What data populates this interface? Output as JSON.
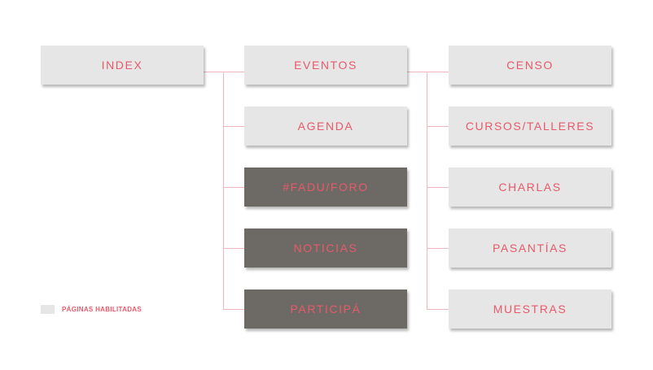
{
  "colors": {
    "enabled_fill": "#e6e6e6",
    "disabled_fill": "#6d6a65",
    "label_text": "#e8596a",
    "connector": "#efb6bd"
  },
  "nodes": {
    "index": {
      "label": "INDEX",
      "status": "enabled"
    },
    "eventos": {
      "label": "EVENTOS",
      "status": "enabled"
    },
    "agenda": {
      "label": "AGENDA",
      "status": "enabled"
    },
    "fadu_foro": {
      "label": "#FADU/FORO",
      "status": "disabled"
    },
    "noticias": {
      "label": "NOTICIAS",
      "status": "disabled"
    },
    "participa": {
      "label": "PARTICIPÁ",
      "status": "disabled"
    },
    "censo": {
      "label": "CENSO",
      "status": "enabled"
    },
    "cursos_talleres": {
      "label": "CURSOS/TALLERES",
      "status": "enabled"
    },
    "charlas": {
      "label": "CHARLAS",
      "status": "enabled"
    },
    "pasantias": {
      "label": "PASANTÍAS",
      "status": "enabled"
    },
    "muestras": {
      "label": "MUESTRAS",
      "status": "enabled"
    }
  },
  "edges": [
    [
      "index",
      "eventos"
    ],
    [
      "index",
      "agenda"
    ],
    [
      "index",
      "fadu_foro"
    ],
    [
      "index",
      "noticias"
    ],
    [
      "index",
      "participa"
    ],
    [
      "eventos",
      "censo"
    ],
    [
      "eventos",
      "cursos_talleres"
    ],
    [
      "eventos",
      "charlas"
    ],
    [
      "eventos",
      "pasantias"
    ],
    [
      "eventos",
      "muestras"
    ]
  ],
  "legend": {
    "label": "PÁGINAS HABILITADAS"
  }
}
